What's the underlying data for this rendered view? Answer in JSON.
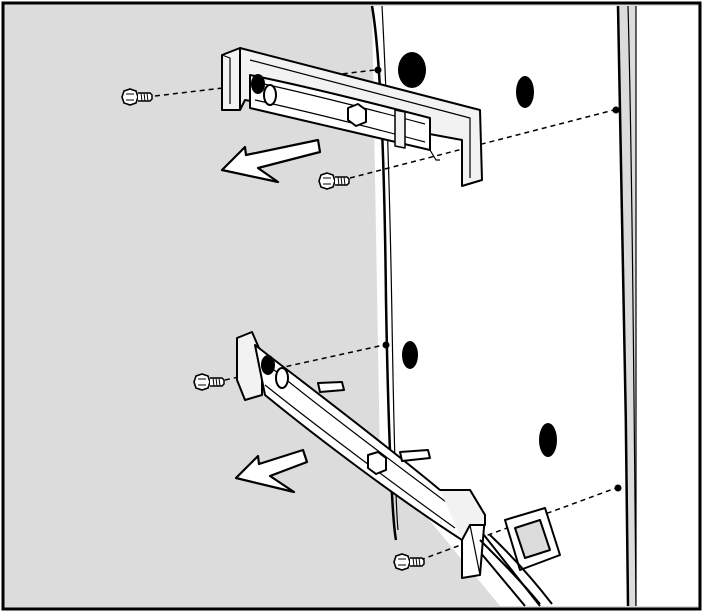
{
  "figure": {
    "colors": {
      "background_panel": "#dcdcdc",
      "appliance_side": "#ffffff",
      "line": "#000000",
      "hole": "#000000",
      "bracket_fill": "#f2f2f2"
    },
    "parts": [
      {
        "name": "upper-mounting-bracket",
        "type": "rail bracket"
      },
      {
        "name": "lower-mounting-bracket",
        "type": "rail bracket with studs"
      },
      {
        "name": "screws",
        "count": 4
      },
      {
        "name": "removal-arrows",
        "count": 2,
        "direction": "left"
      }
    ]
  }
}
